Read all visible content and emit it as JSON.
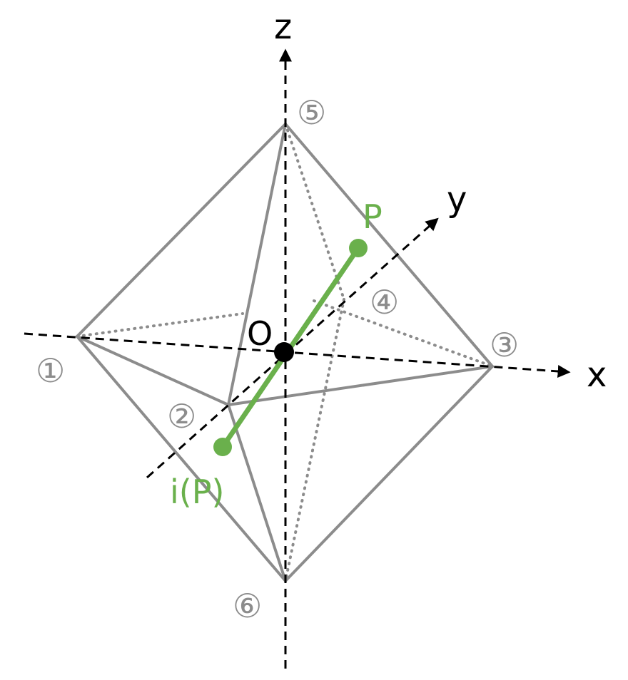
{
  "colors": {
    "edge": "#8c8c8c",
    "accent": "#6ab04c",
    "axis": "#000000"
  },
  "axes": {
    "x_label": "x",
    "y_label": "y",
    "z_label": "z"
  },
  "origin": {
    "label": "O"
  },
  "vertices": {
    "v1": "①",
    "v2": "②",
    "v3": "③",
    "v4": "④",
    "v5": "⑤",
    "v6": "⑥"
  },
  "points": {
    "p_label": "P",
    "ip_label": "i(P)"
  }
}
